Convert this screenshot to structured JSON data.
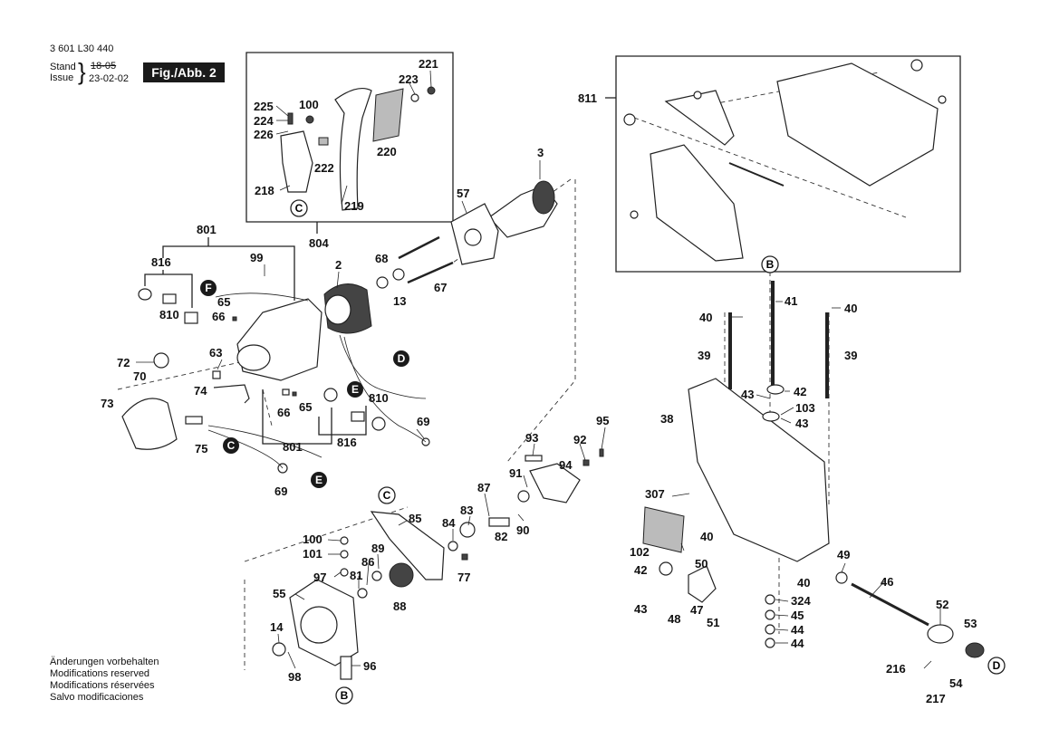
{
  "header": {
    "doc_number": "3 601 L30 440",
    "stand_label": "Stand",
    "issue_label": "Issue",
    "stand_value": "18-05",
    "issue_value": "23-02-02",
    "figure_label": "Fig./Abb. 2"
  },
  "notes": [
    "Änderungen vorbehalten",
    "Modifications reserved",
    "Modifications réservées",
    "Salvo modificaciones"
  ],
  "markers": {
    "B": "B",
    "C": "C",
    "D": "D",
    "E": "E",
    "F": "F"
  },
  "labels": {
    "p221": "221",
    "p223": "223",
    "p225": "225",
    "p100a": "100",
    "p224": "224",
    "p226": "226",
    "p222": "222",
    "p220": "220",
    "p218": "218",
    "p219": "219",
    "p804": "804",
    "p801a": "801",
    "p816a": "816",
    "p99": "99",
    "p65a": "65",
    "p66a": "66",
    "p810a": "810",
    "p63": "63",
    "p72": "72",
    "p70": "70",
    "p74": "74",
    "p73": "73",
    "p75": "75",
    "p801b": "801",
    "p69a": "69",
    "p2": "2",
    "p68": "68",
    "p13": "13",
    "p67": "67",
    "p57": "57",
    "p3": "3",
    "p66b": "66",
    "p65b": "65",
    "p810b": "810",
    "p816b": "816",
    "p69b": "69",
    "p811": "811",
    "p41": "41",
    "p40a": "40",
    "p40b": "40",
    "p39a": "39",
    "p39b": "39",
    "p42a": "42",
    "p43a": "43",
    "p103": "103",
    "p43b": "43",
    "p38": "38",
    "p307": "307",
    "p102": "102",
    "p40c": "40",
    "p50": "50",
    "p42b": "42",
    "p43c": "43",
    "p48": "48",
    "p47": "47",
    "p51": "51",
    "p49": "49",
    "p40d": "40",
    "p324": "324",
    "p45": "45",
    "p44a": "44",
    "p44b": "44",
    "p46": "46",
    "p52": "52",
    "p53": "53",
    "p216": "216",
    "p54": "54",
    "p217": "217",
    "p93": "93",
    "p92": "92",
    "p95": "95",
    "p94": "94",
    "p91": "91",
    "p87": "87",
    "p83": "83",
    "p84": "84",
    "p90": "90",
    "p82": "82",
    "p85": "85",
    "p89": "89",
    "p86": "86",
    "p81": "81",
    "p100b": "100",
    "p101": "101",
    "p97": "97",
    "p77": "77",
    "p88": "88",
    "p55": "55",
    "p14": "14",
    "p98": "98",
    "p96": "96"
  }
}
